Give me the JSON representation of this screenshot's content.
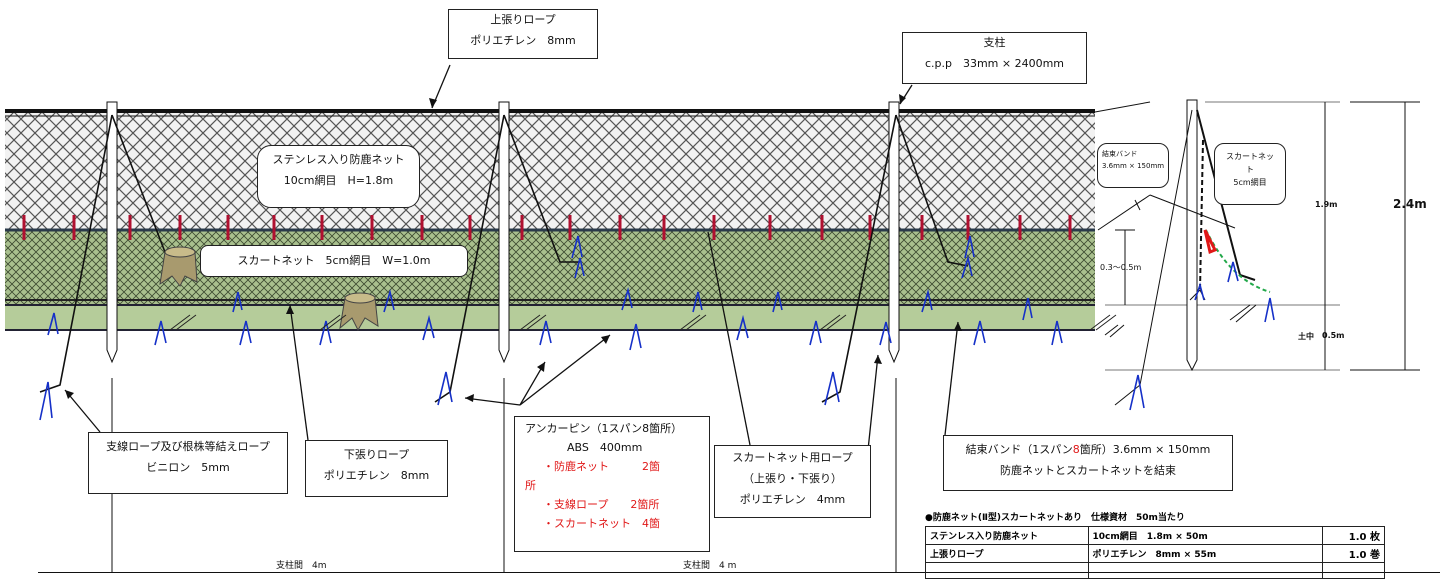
{
  "callouts": {
    "top_rope": {
      "line1": "上張りロープ",
      "line2": "ポリエチレン　8mm"
    },
    "post": {
      "line1": "支柱",
      "line2": "c.p.p　33mm × 2400mm"
    },
    "main_net": {
      "line1": "ステンレス入り防鹿ネット",
      "line2": "10cm網目　H=1.8m"
    },
    "skirt_net": {
      "line1": "スカートネット　5cm網目　W=1.0m"
    },
    "guy_rope": {
      "line1": "支線ロープ及び根株等結えロープ",
      "line2": "ビニロン　5mm"
    },
    "bottom_rope": {
      "line1": "下張りロープ",
      "line2": "ポリエチレン　8mm"
    },
    "anchor_pin": {
      "line1": "アンカーピン（1スパン8箇所）",
      "line2": "ABS　400mm",
      "line3": "・防鹿ネット　　　2箇",
      "line4": "所",
      "line5": "・支線ロープ　　2箇所",
      "line6": "・スカートネット　4箇"
    },
    "skirt_rope": {
      "line1": "スカートネット用ロープ",
      "line2": "（上張り・下張り）",
      "line3": "ポリエチレン　4mm"
    },
    "band": {
      "line1_a": "結束バンド（1スパン",
      "line1_b": "8",
      "line1_c": "箇所）3.6mm × 150mm",
      "line2": "防鹿ネットとスカートネットを結束"
    }
  },
  "detail": {
    "band_box": {
      "line1": "結束バンド",
      "line2": "3.6mm × 150mm"
    },
    "skirt_box": {
      "line1": "スカートネッ",
      "line2": "ト",
      "line3": "5cm網目"
    },
    "dim_19": "1.9m",
    "dim_24": "2.4m",
    "dim_0305": "0.3～0.5m",
    "dim_ground": "土中",
    "dim_05": "0.5m"
  },
  "spans": {
    "span1": "支柱間　4m",
    "span2": "支柱間　4 m"
  },
  "spec": {
    "title": "●防鹿ネット(Ⅱ型)スカートネットあり　仕様資材　50m当たり",
    "rows": [
      {
        "item": "ステンレス入り防鹿ネット",
        "size": "10cm網目　1.8m × 50m",
        "qty": "1.0 枚"
      },
      {
        "item": "上張りロープ",
        "size": "ポリエチレン　8mm × 55m",
        "qty": "1.0 巻"
      },
      {
        "item": "",
        "size": "",
        "qty": ""
      }
    ]
  },
  "colors": {
    "skirt_fill": "#a9c08e",
    "band_red": "#b01030",
    "anchor_blue": "#1530c8",
    "stump": "#a89a6e",
    "dash_green": "#22a84a"
  }
}
